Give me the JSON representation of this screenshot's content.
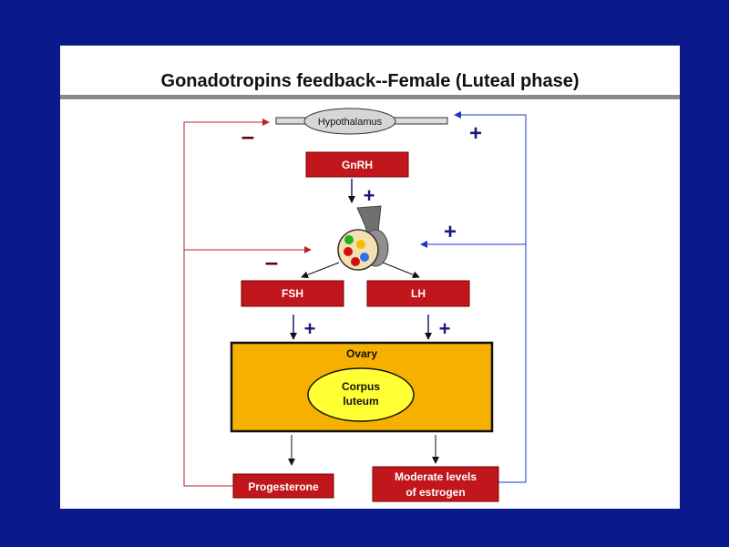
{
  "title": "Gonadotropins feedback--Female (Luteal phase)",
  "nodes": {
    "hypothalamus": "Hypothalamus",
    "gnrh": "GnRH",
    "fsh": "FSH",
    "lh": "LH",
    "ovary": "Ovary",
    "corpus_luteum_line1": "Corpus",
    "corpus_luteum_line2": "luteum",
    "progesterone": "Progesterone",
    "estrogen_line1": "Moderate levels",
    "estrogen_line2": "of estrogen"
  },
  "signs": {
    "plus": "+",
    "minus": "–"
  },
  "colors": {
    "background": "#0a1a8c",
    "box_red": "#c0161c",
    "ovary_orange": "#f6b000",
    "corpus_yellow": "#ffff33",
    "inhibit_red": "#b3262a",
    "stimulate_blue": "#1f36c8",
    "sign_navy": "#1a1a7a",
    "sign_maroon": "#6b0000"
  }
}
